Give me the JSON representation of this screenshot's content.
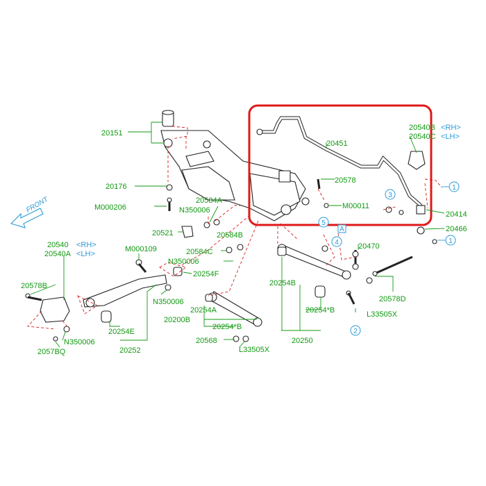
{
  "labels": {
    "p20151": "20151",
    "p20176": "20176",
    "pM000206": "M000206",
    "p20584A": "20584A",
    "pN350006a": "N350006",
    "p20521": "20521",
    "p20584B": "20584B",
    "p20540": "20540",
    "p20540rh": "<RH>",
    "p20540A": "20540A",
    "p20540lh": "<LH>",
    "pM000109": "M000109",
    "p20584C": "20584C",
    "pN350006b": "N350006",
    "p20254F": "20254F",
    "p20578B": "20578B",
    "pN350006c": "N350006",
    "p20254A": "20254A",
    "p20200B": "20200B",
    "p20254Bstar": "20254*B",
    "p20254E": "20254E",
    "pN350006d": "N350006",
    "p20578Q": "2057BQ",
    "p20252": "20252",
    "p20568": "20568",
    "pL33505Xa": "L33505X",
    "p20451": "20451",
    "p20578": "20578",
    "pM00011": "M00011",
    "p20540B": "20540B",
    "p20540Brh": "<RH>",
    "p20540C": "20540C",
    "p20540Clh": "<LH>",
    "p20414": "20414",
    "p20466": "20466",
    "p20470": "20470",
    "p20254B": "20254B",
    "p20254starB": "20254*B",
    "p20578D": "20578D",
    "pL33505Xb": "L33505X",
    "p20250": "20250",
    "front": "FRONT",
    "refA": "A",
    "c1a": "1",
    "c1b": "1",
    "c2": "2",
    "c3": "3",
    "c4": "4",
    "c5": "5"
  },
  "colors": {
    "part_number": "#119911",
    "variant_tag": "#2a9ad8",
    "highlight_box": "#e01818",
    "dashed_group": "#d42020"
  }
}
